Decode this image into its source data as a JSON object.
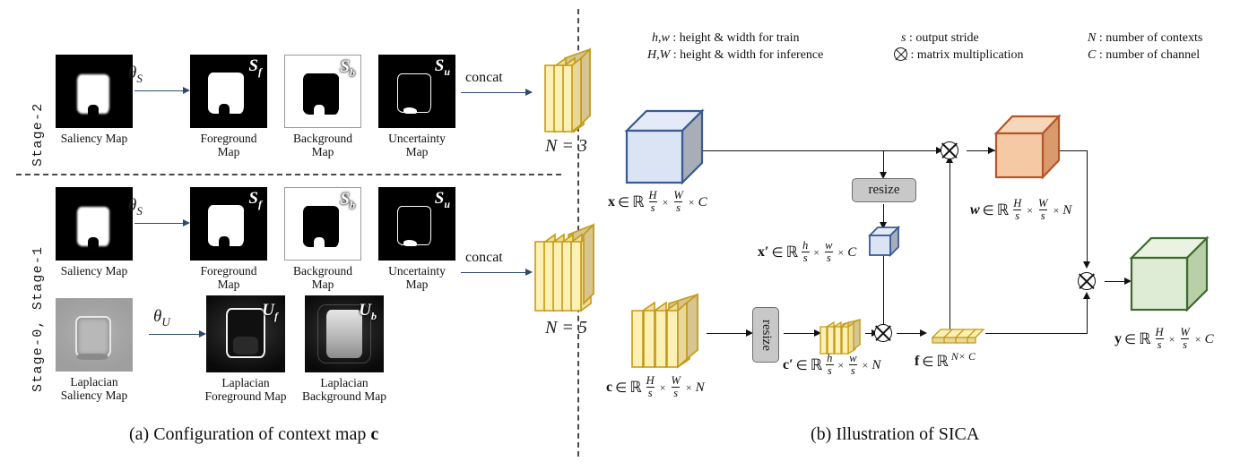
{
  "figure": {
    "panel_a": {
      "caption_prefix": "(a) Configuration of context map ",
      "caption_symbol": "c",
      "stage_rows": [
        {
          "stage_label": "Stage-2",
          "input": {
            "caption": "Saliency Map",
            "type": "saliency"
          },
          "operator": {
            "symbol": "θ",
            "subscript": "S"
          },
          "outputs": [
            {
              "caption": "Foreground\nMap",
              "overlay": "S",
              "overlay_sub": "f",
              "type": "foreground"
            },
            {
              "caption": "Background\nMap",
              "overlay": "S",
              "overlay_sub": "b",
              "type": "background"
            },
            {
              "caption": "Uncertainty\nMap",
              "overlay": "S",
              "overlay_sub": "u",
              "type": "uncertainty"
            }
          ],
          "concat_label": "concat",
          "result_label": "N = 3",
          "result_slabs": 3
        },
        {
          "stage_label": "Stage-0, Stage-1",
          "input": {
            "caption": "Saliency Map",
            "type": "saliency"
          },
          "operator": {
            "symbol": "θ",
            "subscript": "S"
          },
          "outputs": [
            {
              "caption": "Foreground\nMap",
              "overlay": "S",
              "overlay_sub": "f",
              "type": "foreground"
            },
            {
              "caption": "Background\nMap",
              "overlay": "S",
              "overlay_sub": "b",
              "type": "background"
            },
            {
              "caption": "Uncertainty\nMap",
              "overlay": "S",
              "overlay_sub": "u",
              "type": "uncertainty"
            }
          ],
          "input2": {
            "caption": "Laplacian\nSaliency Map",
            "type": "laplacian-input"
          },
          "operator2": {
            "symbol": "θ",
            "subscript": "U"
          },
          "outputs2": [
            {
              "caption": "Laplacian\nForeground Map",
              "overlay": "U",
              "overlay_sub": "f",
              "type": "laplacian-fg"
            },
            {
              "caption": "Laplacian\nBackground Map",
              "overlay": "U",
              "overlay_sub": "b",
              "type": "laplacian-bg"
            }
          ],
          "concat_label": "concat",
          "result_label": "N = 5",
          "result_slabs": 5
        }
      ]
    },
    "panel_b": {
      "caption": "(b) Illustration of SICA",
      "legend": [
        {
          "symbol": "h, w",
          "text": ": height & width for train"
        },
        {
          "symbol": "H, W",
          "text": ": height & width for inference"
        },
        {
          "symbol": "s",
          "text": ": output stride"
        },
        {
          "symbol": "matmul-icon",
          "text": ": matrix multiplication"
        },
        {
          "symbol": "N",
          "text": ": number of contexts"
        },
        {
          "symbol": "C",
          "text": ": number of channel"
        }
      ],
      "nodes": {
        "x": {
          "var": "x",
          "in": "∈",
          "space": "ℝ",
          "num": "H",
          "den": "s",
          "num2": "W",
          "den2": "s",
          "last": "C",
          "color": "#dbe4f5"
        },
        "x_prime": {
          "var": "x′",
          "in": "∈",
          "space": "ℝ",
          "num": "h",
          "den": "s",
          "num2": "w",
          "den2": "s",
          "last": "C",
          "color": "#dbe4f5"
        },
        "w": {
          "var": "w",
          "in": "∈",
          "space": "ℝ",
          "num": "H",
          "den": "s",
          "num2": "W",
          "den2": "s",
          "last": "N",
          "color": "#f5c9a4"
        },
        "y": {
          "var": "y",
          "in": "∈",
          "space": "ℝ",
          "num": "H",
          "den": "s",
          "num2": "W",
          "den2": "s",
          "last": "C",
          "color": "#dfecd5"
        },
        "c": {
          "var": "c",
          "in": "∈",
          "space": "ℝ",
          "num": "H",
          "den": "s",
          "num2": "W",
          "den2": "s",
          "last": "N",
          "color": "#f5e3a0"
        },
        "c_prime": {
          "var": "c′",
          "in": "∈",
          "space": "ℝ",
          "num": "h",
          "den": "s",
          "num2": "w",
          "den2": "s",
          "last": "N",
          "color": "#f5e3a0"
        },
        "f": {
          "var": "f",
          "in": "∈",
          "space": "ℝ",
          "sup": "N× C",
          "color": "#f5e3a0"
        }
      },
      "resize_labels": [
        "resize",
        "resize"
      ]
    },
    "colors": {
      "blue_cube_face": "#dbe4f5",
      "blue_cube_edge": "#3a5a96",
      "orange_cube_face": "#f5c9a4",
      "orange_cube_edge": "#b5562a",
      "green_cube_face": "#dfecd5",
      "green_cube_edge": "#3c6b2e",
      "yellow_slab_face": "#fdf0b5",
      "yellow_slab_edge": "#c49a12",
      "arrow_blue": "#2e4a73",
      "divider": "#4a4a4a"
    }
  }
}
